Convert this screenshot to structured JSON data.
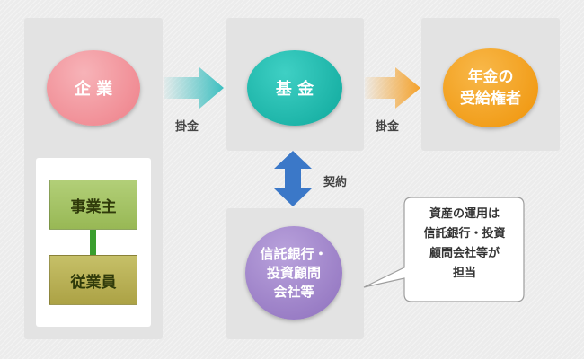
{
  "nodes": {
    "company": {
      "label": "企 業",
      "color": "#f08c94"
    },
    "fund": {
      "label": "基 金",
      "color": "#18b3a8"
    },
    "beneficiary": {
      "label": "年金の\n受給権者",
      "color": "#f39c12"
    },
    "trust": {
      "label": "信託銀行・\n投資顧問\n会社等",
      "color": "#9b7fc4"
    }
  },
  "company_members": {
    "employer": {
      "label": "事業主",
      "color": "#a4c264"
    },
    "employee": {
      "label": "従業員",
      "color": "#b7b054"
    },
    "connector_color": "#3a9e2e"
  },
  "edges": {
    "company_to_fund": {
      "label": "掛金",
      "color": "#3dbfc0"
    },
    "fund_to_beneficiary": {
      "label": "掛金",
      "color": "#f4a12a"
    },
    "fund_trust": {
      "label": "契約",
      "color": "#3b78c8"
    }
  },
  "callout": {
    "text": "資産の運用は\n信託銀行・投資\n顧問会社等が\n担当"
  }
}
